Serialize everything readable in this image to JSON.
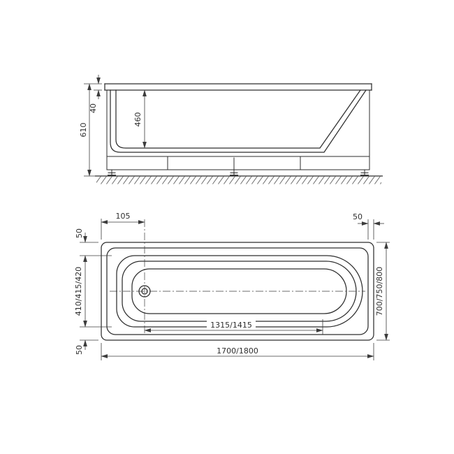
{
  "drawing": {
    "side_view": {
      "height_total": "610",
      "rim_height": "40",
      "inner_depth": "460"
    },
    "plan_view": {
      "drain_offset": "105",
      "rim_margin_top_left": "50",
      "inner_width": "410/415/420",
      "rim_margin_bottom_left": "50",
      "rim_margin_right": "50",
      "overall_width": "700/750/800",
      "inner_length": "1315/1415",
      "overall_length": "1700/1800"
    }
  }
}
